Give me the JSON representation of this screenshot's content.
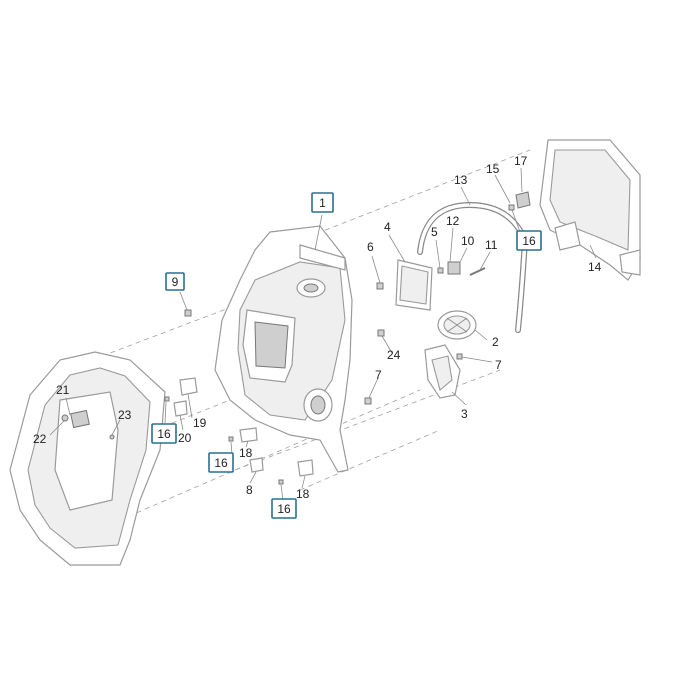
{
  "box_color": "#2a6f8f",
  "labels": {
    "p1": "1",
    "p2": "2",
    "p3": "3",
    "p4": "4",
    "p5": "5",
    "p6": "6",
    "p7a": "7",
    "p7b": "7",
    "p8": "8",
    "p9": "9",
    "p10": "10",
    "p11": "11",
    "p12": "12",
    "p13": "13",
    "p14": "14",
    "p15": "15",
    "p16a": "16",
    "p16b": "16",
    "p16c": "16",
    "p16d": "16",
    "p17": "17",
    "p18a": "18",
    "p18b": "18",
    "p19": "19",
    "p20": "20",
    "p21": "21",
    "p22": "22",
    "p23": "23",
    "p24": "24"
  }
}
